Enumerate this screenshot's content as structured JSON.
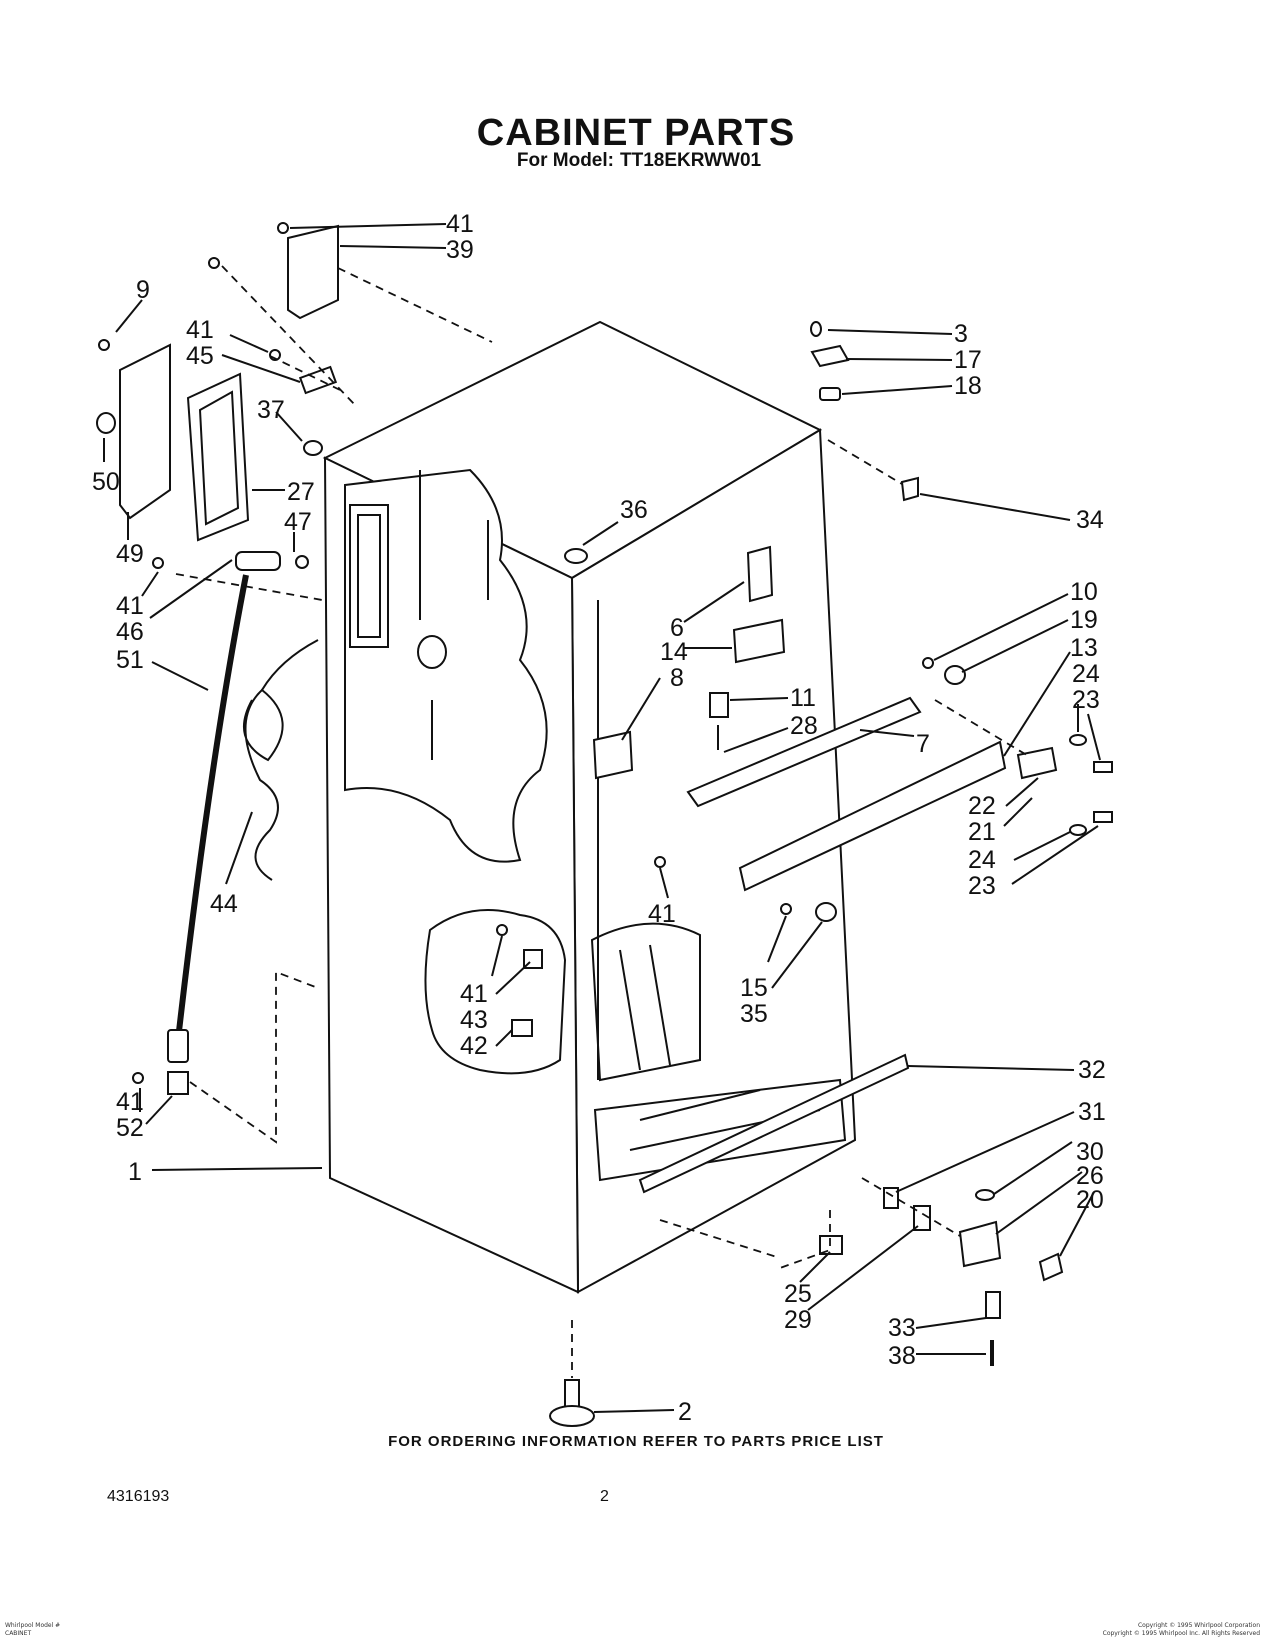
{
  "header": {
    "title": "CABINET PARTS",
    "model_label": "For Model:",
    "model_number": "TT18EKRWW01"
  },
  "callouts": [
    {
      "id": "c41a",
      "label": "41"
    },
    {
      "id": "c39",
      "label": "39"
    },
    {
      "id": "c9",
      "label": "9"
    },
    {
      "id": "c41b",
      "label": "41"
    },
    {
      "id": "c45",
      "label": "45"
    },
    {
      "id": "c37",
      "label": "37"
    },
    {
      "id": "c50",
      "label": "50"
    },
    {
      "id": "c27",
      "label": "27"
    },
    {
      "id": "c47",
      "label": "47"
    },
    {
      "id": "c49",
      "label": "49"
    },
    {
      "id": "c41c",
      "label": "41"
    },
    {
      "id": "c46",
      "label": "46"
    },
    {
      "id": "c51",
      "label": "51"
    },
    {
      "id": "c44",
      "label": "44"
    },
    {
      "id": "c41d",
      "label": "41"
    },
    {
      "id": "c52",
      "label": "52"
    },
    {
      "id": "c1",
      "label": "1"
    },
    {
      "id": "c3",
      "label": "3"
    },
    {
      "id": "c17",
      "label": "17"
    },
    {
      "id": "c18",
      "label": "18"
    },
    {
      "id": "c34",
      "label": "34"
    },
    {
      "id": "c36",
      "label": "36"
    },
    {
      "id": "c6",
      "label": "6"
    },
    {
      "id": "c14",
      "label": "14"
    },
    {
      "id": "c8",
      "label": "8"
    },
    {
      "id": "c11",
      "label": "11"
    },
    {
      "id": "c28",
      "label": "28"
    },
    {
      "id": "c7",
      "label": "7"
    },
    {
      "id": "c10",
      "label": "10"
    },
    {
      "id": "c19",
      "label": "19"
    },
    {
      "id": "c13",
      "label": "13"
    },
    {
      "id": "c24a",
      "label": "24"
    },
    {
      "id": "c23a",
      "label": "23"
    },
    {
      "id": "c22",
      "label": "22"
    },
    {
      "id": "c21",
      "label": "21"
    },
    {
      "id": "c24b",
      "label": "24"
    },
    {
      "id": "c23b",
      "label": "23"
    },
    {
      "id": "c41e",
      "label": "41"
    },
    {
      "id": "c15",
      "label": "15"
    },
    {
      "id": "c35",
      "label": "35"
    },
    {
      "id": "c41f",
      "label": "41"
    },
    {
      "id": "c43",
      "label": "43"
    },
    {
      "id": "c42",
      "label": "42"
    },
    {
      "id": "c32",
      "label": "32"
    },
    {
      "id": "c31",
      "label": "31"
    },
    {
      "id": "c30",
      "label": "30"
    },
    {
      "id": "c26",
      "label": "26"
    },
    {
      "id": "c20",
      "label": "20"
    },
    {
      "id": "c25",
      "label": "25"
    },
    {
      "id": "c29",
      "label": "29"
    },
    {
      "id": "c33",
      "label": "33"
    },
    {
      "id": "c38",
      "label": "38"
    },
    {
      "id": "c2",
      "label": "2"
    }
  ],
  "footer": {
    "ordering_note": "FOR ORDERING INFORMATION REFER TO PARTS PRICE LIST",
    "doc_number": "4316193",
    "page_number": "2",
    "fine_left_1": "Whirlpool Model #",
    "fine_left_2": "CABINET",
    "fine_right_1": "Copyright © 1995 Whirlpool Corporation",
    "fine_right_2": "Copyright © 1995 Whirlpool Inc. All Rights Reserved"
  }
}
